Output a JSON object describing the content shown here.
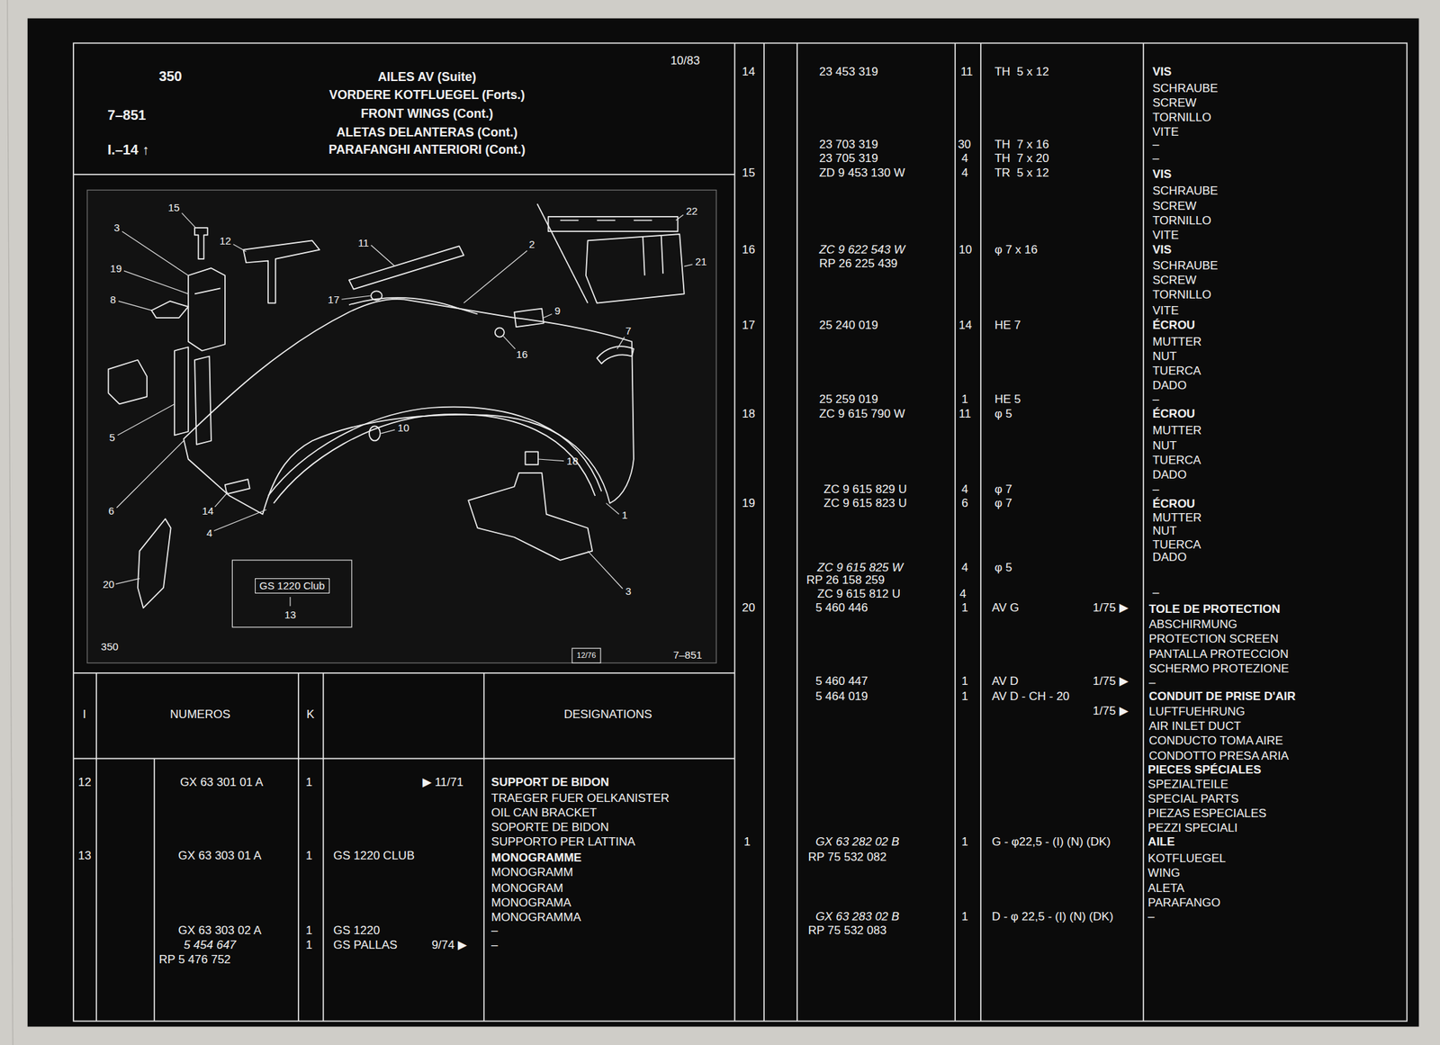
{
  "diagram": {
    "title": "AILES AV (Suite)",
    "nodes": [
      {
        "text": [
          "GS 1220 Club"
        ]
      }
    ],
    "labels": [
      "350",
      "7–851",
      "I.–14 ↑",
      "10/83",
      "VORDERE KOTFLUEGEL (Forts.)",
      "FRONT WINGS (Cont.)",
      "ALETAS DELANTERAS (Cont.)",
      "PARAFANGHI ANTERIORI (Cont.)",
      "15",
      "3",
      "12",
      "19",
      "11",
      "2",
      "22",
      "21",
      "8",
      "17",
      "9",
      "7",
      "16",
      "10",
      "5",
      "18",
      "6",
      "14",
      "1",
      "4",
      "20",
      "3",
      "13",
      "350",
      "12/76",
      "7–851",
      "I",
      "NUMEROS",
      "K",
      "DESIGNATIONS",
      "12",
      "GX 63 301 01 A",
      "1",
      "▶ 11/71",
      "SUPPORT DE BIDON",
      "TRAEGER FUER OELKANISTER",
      "OIL CAN BRACKET",
      "SOPORTE DE BIDON",
      "SUPPORTO PER LATTINA",
      "13",
      "GX 63 303 01 A",
      "1",
      "GS 1220 CLUB",
      "MONOGRAMME",
      "MONOGRAMM",
      "MONOGRAM",
      "MONOGRAMA",
      "MONOGRAMMA",
      "GX 63 303 02 A",
      "1",
      "GS 1220",
      "–",
      "5 454 647",
      "1",
      "GS PALLAS",
      "9/74 ▶",
      "–",
      "RP 5 476 752",
      "14",
      "23 453 319",
      "11",
      "TH  5 x 12",
      "VIS",
      "SCHRAUBE",
      "SCREW",
      "TORNILLO",
      "VITE",
      "23 703 319",
      "30",
      "TH  7 x 16",
      "–",
      "23 705 319",
      "4",
      "TH  7 x 20",
      "–",
      "15",
      "ZD 9 453 130 W",
      "4",
      "TR  5 x 12",
      "VIS",
      "SCHRAUBE",
      "SCREW",
      "TORNILLO",
      "VITE",
      "16",
      "ZC 9 622 543 W",
      "10",
      "φ 7 x 16",
      "VIS",
      "SCHRAUBE",
      "SCREW",
      "TORNILLO",
      "VITE",
      "RP 26 225 439",
      "17",
      "25 240 019",
      "14",
      "HE 7",
      "ÉCROU",
      "MUTTER",
      "NUT",
      "TUERCA",
      "DADO",
      "25 259 019",
      "1",
      "HE 5",
      "–",
      "18",
      "ZC 9 615 790 W",
      "11",
      "φ 5",
      "ÉCROU",
      "MUTTER",
      "NUT",
      "TUERCA",
      "DADO",
      "ZC 9 615 829 U",
      "4",
      "φ 7",
      "–",
      "19",
      "ZC 9 615 823 U",
      "6",
      "φ 7",
      "ÉCROU",
      "MUTTER",
      "NUT",
      "TUERCA",
      "DADO",
      "ZC 9 615 825 W",
      "4",
      "φ 5",
      "RP 26 158 259",
      "4",
      "ZC 9 615 812 U",
      "–",
      "20",
      "5 460 446",
      "1",
      "AV G",
      "1/75 ▶",
      "TOLE DE PROTECTION",
      "ABSCHIRMUNG",
      "PROTECTION SCREEN",
      "PANTALLA PROTECCION",
      "SCHERMO PROTEZIONE",
      "5 460 447",
      "1",
      "AV D",
      "1/75 ▶",
      "–",
      "5 464 019",
      "1",
      "AV D - CH - 20",
      "CONDUIT DE PRISE D'AIR",
      "1/75 ▶",
      "LUFTFUEHRUNG",
      "AIR INLET DUCT",
      "CONDUCTO TOMA AIRE",
      "CONDOTTO PRESA ARIA",
      "PIECES SPÉCIALES",
      "SPEZIALTEILE",
      "SPECIAL PARTS",
      "PIEZAS ESPECIALES",
      "PEZZI SPECIALI",
      "1",
      "GX 63 282 02 B",
      "1",
      "G - φ22,5 - (I) (N) (DK)",
      "AILE",
      "RP 75 532 082",
      "KOTFLUEGEL",
      "WING",
      "ALETA",
      "PARAFANGO",
      "GX 63 283 02 B",
      "1",
      "D - φ 22,5 - (I) (N) (DK)",
      "–",
      "RP 75 532 083"
    ]
  }
}
